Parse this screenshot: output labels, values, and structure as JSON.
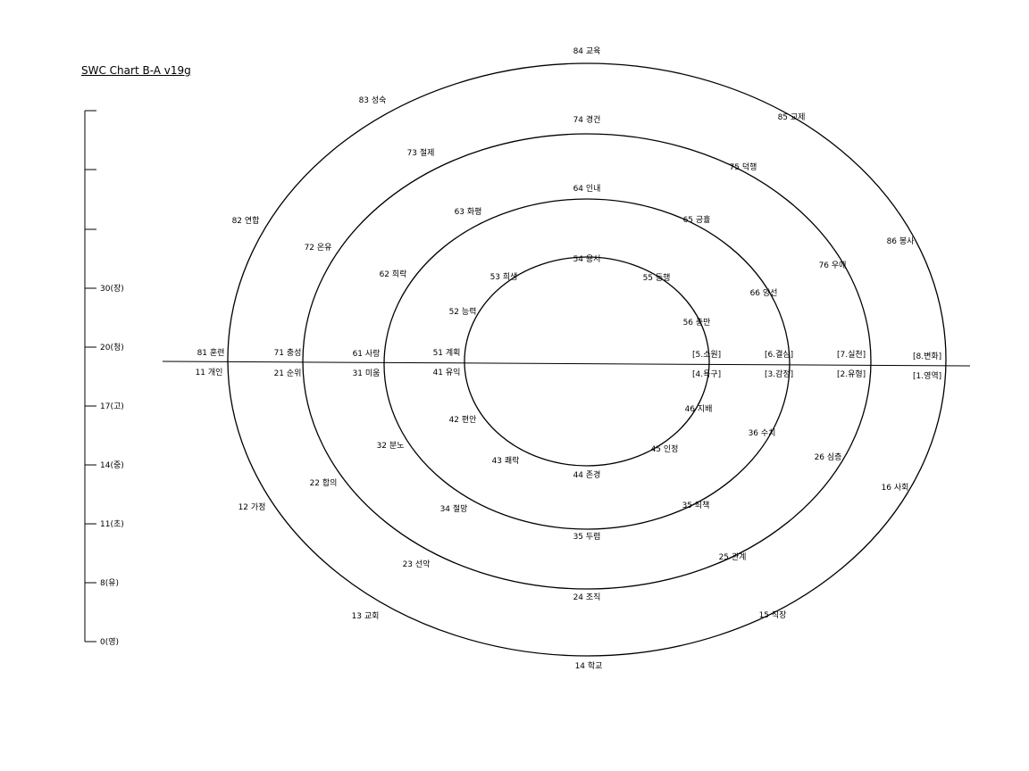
{
  "title": "SWC Chart B-A v19g",
  "scale": {
    "ticks": [
      "",
      "",
      "",
      "30(장)",
      "20(청)",
      "17(고)",
      "14(중)",
      "11(초)",
      "8(유)",
      "0(영)"
    ]
  },
  "rings": [
    {
      "id": "ring-1",
      "labels": {
        "top": "54 용서",
        "top_right": "55 동행",
        "right_upper": "56 충만",
        "right_above_axis": "[5.소원]",
        "right_below_axis": "[4.욕구]",
        "right_lower": "46 지배",
        "bottom_right": "45 인정",
        "bottom": "44 존경",
        "bottom_left": "43 쾌락",
        "left_lower": "42 편안",
        "left_below_axis": "41 유익",
        "left_above_axis": "51 계획",
        "left_upper": "52 능력",
        "top_left": "53 희생"
      }
    },
    {
      "id": "ring-2",
      "labels": {
        "top": "64 인내",
        "top_right": "65 긍휼",
        "right_upper": "66 양선",
        "right_above_axis": "[6.결심]",
        "right_below_axis": "[3.감정]",
        "right_lower": "36 수치",
        "bottom_right": "35 죄책",
        "bottom": "35 두렴",
        "bottom_left": "34 절망",
        "left_lower": "32 분노",
        "left_below_axis": "31 미움",
        "left_above_axis": "61 사랑",
        "left_upper": "62 희락",
        "top_left": "63 화평"
      }
    },
    {
      "id": "ring-3",
      "labels": {
        "top": "74 경건",
        "top_right": "75 덕행",
        "right_upper": "76 우애",
        "right_above_axis": "[7.실천]",
        "right_below_axis": "[2.유형]",
        "right_lower": "26 심층",
        "bottom_right": "25 관계",
        "bottom": "24 조직",
        "bottom_left": "23 선악",
        "left_lower": "22 합의",
        "left_below_axis": "21 순위",
        "left_above_axis": "71 충성",
        "left_upper": "72 온유",
        "top_left": "73 절제"
      }
    },
    {
      "id": "ring-4",
      "labels": {
        "top": "84 교육",
        "top_right": "85 교제",
        "right_upper": "86 봉사",
        "right_above_axis": "[8.변화]",
        "right_below_axis": "[1.영역]",
        "right_lower": "16 사회",
        "bottom_right": "15 직장",
        "bottom": "14 학교",
        "bottom_left": "13 교회",
        "left_lower": "12 가정",
        "left_below_axis": "11 개인",
        "left_above_axis": "81 훈련",
        "left_upper": "82 연합",
        "top_left": "83 성숙"
      }
    }
  ]
}
